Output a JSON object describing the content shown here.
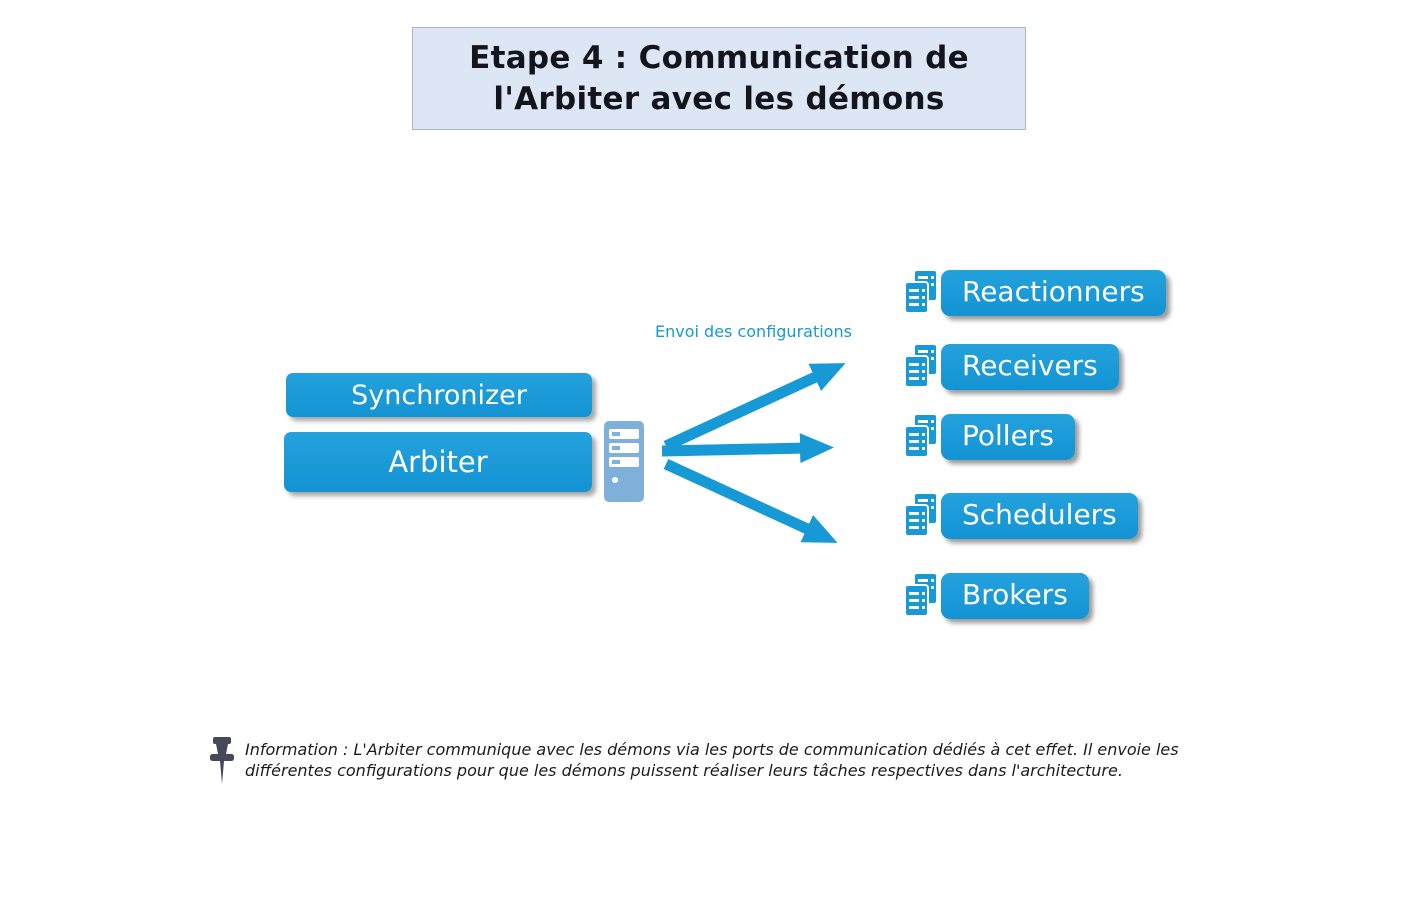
{
  "title": {
    "line1": "Etape 4 : Communication de",
    "line2": "l'Arbiter avec les démons"
  },
  "nodes": {
    "synchronizer_label": "Synchronizer",
    "arbiter_label": "Arbiter"
  },
  "flow_label": "Envoi des configurations",
  "daemons": [
    {
      "label": "Reactionners"
    },
    {
      "label": "Receivers"
    },
    {
      "label": "Pollers"
    },
    {
      "label": "Schedulers"
    },
    {
      "label": "Brokers"
    }
  ],
  "note": "Information : L'Arbiter communique avec les démons via les ports de communication dédiés à cet effet. Il envoie les différentes configurations pour que les démons puissent réaliser leurs tâches respectives dans l'architecture.",
  "icons": {
    "arbiter_icon": "server-tower-icon",
    "daemon_icon": "server-stack-icon",
    "note_icon": "pushpin-icon"
  },
  "colors": {
    "accent_blue": "#1799d6",
    "title_bg": "#dce6f5",
    "title_border": "#a6b7d4",
    "tower_blue": "#7fb0da",
    "note_text": "#1c1c1c"
  }
}
